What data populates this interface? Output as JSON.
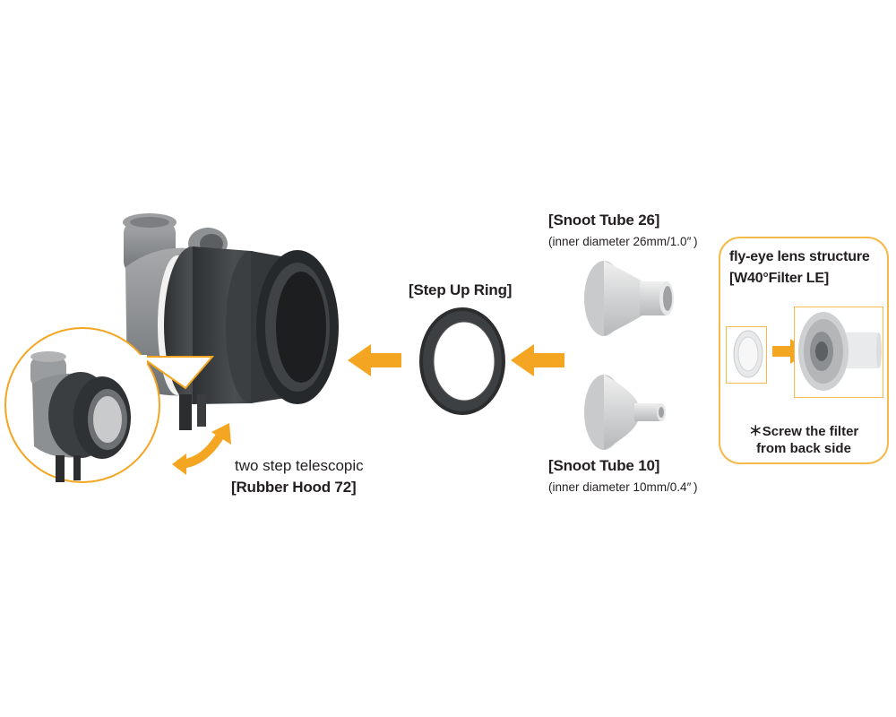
{
  "labels": {
    "snoot26_title": "[Snoot Tube 26]",
    "snoot26_sub": "(inner diameter 26mm/1.0″ )",
    "snoot10_title": "[Snoot Tube 10]",
    "snoot10_sub": "(inner diameter 10mm/0.4″ )",
    "step_up_ring": "[Step Up Ring]",
    "hood_line1": "two step telescopic",
    "hood_line2": "[Rubber Hood 72]",
    "fly_eye_title": "fly-eye lens structure",
    "filter_name": "[W40°Filter LE]",
    "note_line1": "＊Screw the filter",
    "note_line2": "from back side"
  },
  "colors": {
    "accent_orange": "#f4a521",
    "panel_border": "#f5b94a",
    "text": "#231f20",
    "hood_dark": "#3d4144",
    "body_gray": "#8f9294",
    "aluminum": "#d9dadb"
  },
  "icons": [
    "arrow-left-icon",
    "double-arrow-icon",
    "arrow-right-icon"
  ]
}
